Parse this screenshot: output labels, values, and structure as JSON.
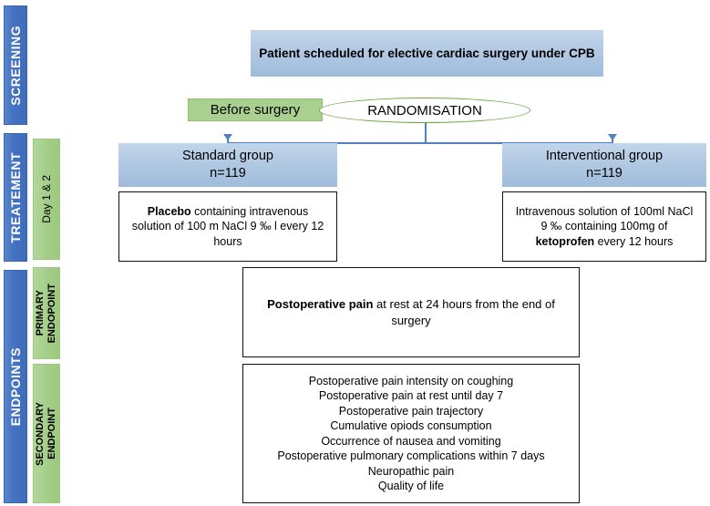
{
  "colors": {
    "phase_bar_blue": "#4472C4",
    "sub_bar_green": "#A6CF8B",
    "box_blue": "#B2C9E3",
    "before_surgery_green": "#A9D08E",
    "ellipse_outline_green": "#6AA842",
    "connector_blue": "#4E81BD",
    "box_border_black": "#111111"
  },
  "phases": [
    {
      "id": "screening",
      "label": "SCREENING"
    },
    {
      "id": "treatment",
      "label": "TREATEMENT"
    },
    {
      "id": "endpoints",
      "label": "ENDPOINTS"
    }
  ],
  "sub_bars": [
    {
      "id": "day-1-2",
      "label": "Day 1 & 2"
    },
    {
      "id": "primary-endpoint",
      "label": "PRIMARY\nENDOPOINT"
    },
    {
      "id": "secondary-endpoint",
      "label": "SECONDARY\nENDPOINT"
    }
  ],
  "screening": {
    "title_box": "Patient scheduled for elective cardiac surgery under CPB",
    "before_surgery_label": "Before surgery",
    "randomisation_label": "RANDOMISATION"
  },
  "arms": {
    "standard": {
      "header_line1": "Standard group",
      "header_line2": "n=119",
      "treatment_bold": "Placebo",
      "treatment_rest": " containing intravenous solution of 100 m NaCl 9 ‰ l every 12 hours"
    },
    "interventional": {
      "header_line1": "Interventional group",
      "header_line2": "n=119",
      "treatment_pre": "Intravenous solution of 100ml NaCl 9 ‰ containing 100mg of ",
      "treatment_bold": "ketoprofen",
      "treatment_post": " every 12 hours"
    }
  },
  "endpoints": {
    "primary_bold": "Postoperative pain",
    "primary_rest": " at rest at 24 hours from the end of surgery",
    "secondary_items": [
      "Postoperative pain intensity on coughing",
      "Postoperative pain at rest until day 7",
      "Postoperative pain trajectory",
      "Cumulative opiods consumption",
      "Occurrence of nausea and vomiting",
      "Postoperative pulmonary complications within 7 days",
      "Neuropathic pain",
      "Quality of life"
    ],
    "secondary_text": "Postoperative pain intensity on coughing\nPostoperative pain at rest until day 7\nPostoperative pain trajectory\nCumulative opiods consumption\nOccurrence of nausea and vomiting\nPostoperative pulmonary complications within 7 days\nNeuropathic pain\nQuality of life"
  }
}
